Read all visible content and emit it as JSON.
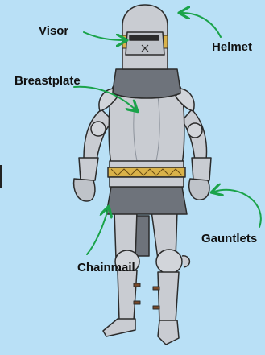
{
  "diagram": {
    "subject": "Suit of armour",
    "labels": {
      "visor": "Visor",
      "helmet": "Helmet",
      "breastplate": "Breastplate",
      "gauntlets": "Gauntlets",
      "chainmail": "Chainmail"
    }
  },
  "colors": {
    "background": "#b9e0f6",
    "arrow": "#1aa34a",
    "steel": "#c9ccd2",
    "steel_dark": "#8d939c",
    "brass": "#d9b24a",
    "mail": "#6e737b",
    "leather": "#7a4a2a",
    "outline": "#2b2b2b"
  }
}
